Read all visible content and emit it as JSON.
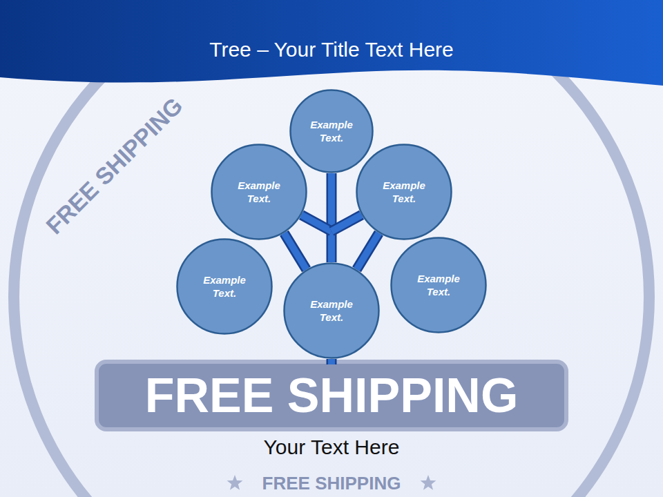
{
  "diagram": {
    "title": "Tree – Your Title Text Here",
    "caption": "Your Text Here",
    "nodes": [
      {
        "text": [
          "Example Text."
        ]
      },
      {
        "text": [
          "Example Text."
        ]
      },
      {
        "text": [
          "Example Text."
        ]
      },
      {
        "text": [
          "Example Text."
        ]
      },
      {
        "text": [
          "Example Text."
        ]
      },
      {
        "text": [
          "Example Text."
        ]
      }
    ],
    "edges": [
      {
        "from": 4,
        "to": 0,
        "arrow": "none"
      },
      {
        "from": 4,
        "to": 1,
        "arrow": "none"
      },
      {
        "from": 4,
        "to": 2,
        "arrow": "none"
      }
    ],
    "labels": [
      "FREE SHIPPING",
      "FREE SHIPPING",
      "FREE SHIPPING"
    ]
  }
}
